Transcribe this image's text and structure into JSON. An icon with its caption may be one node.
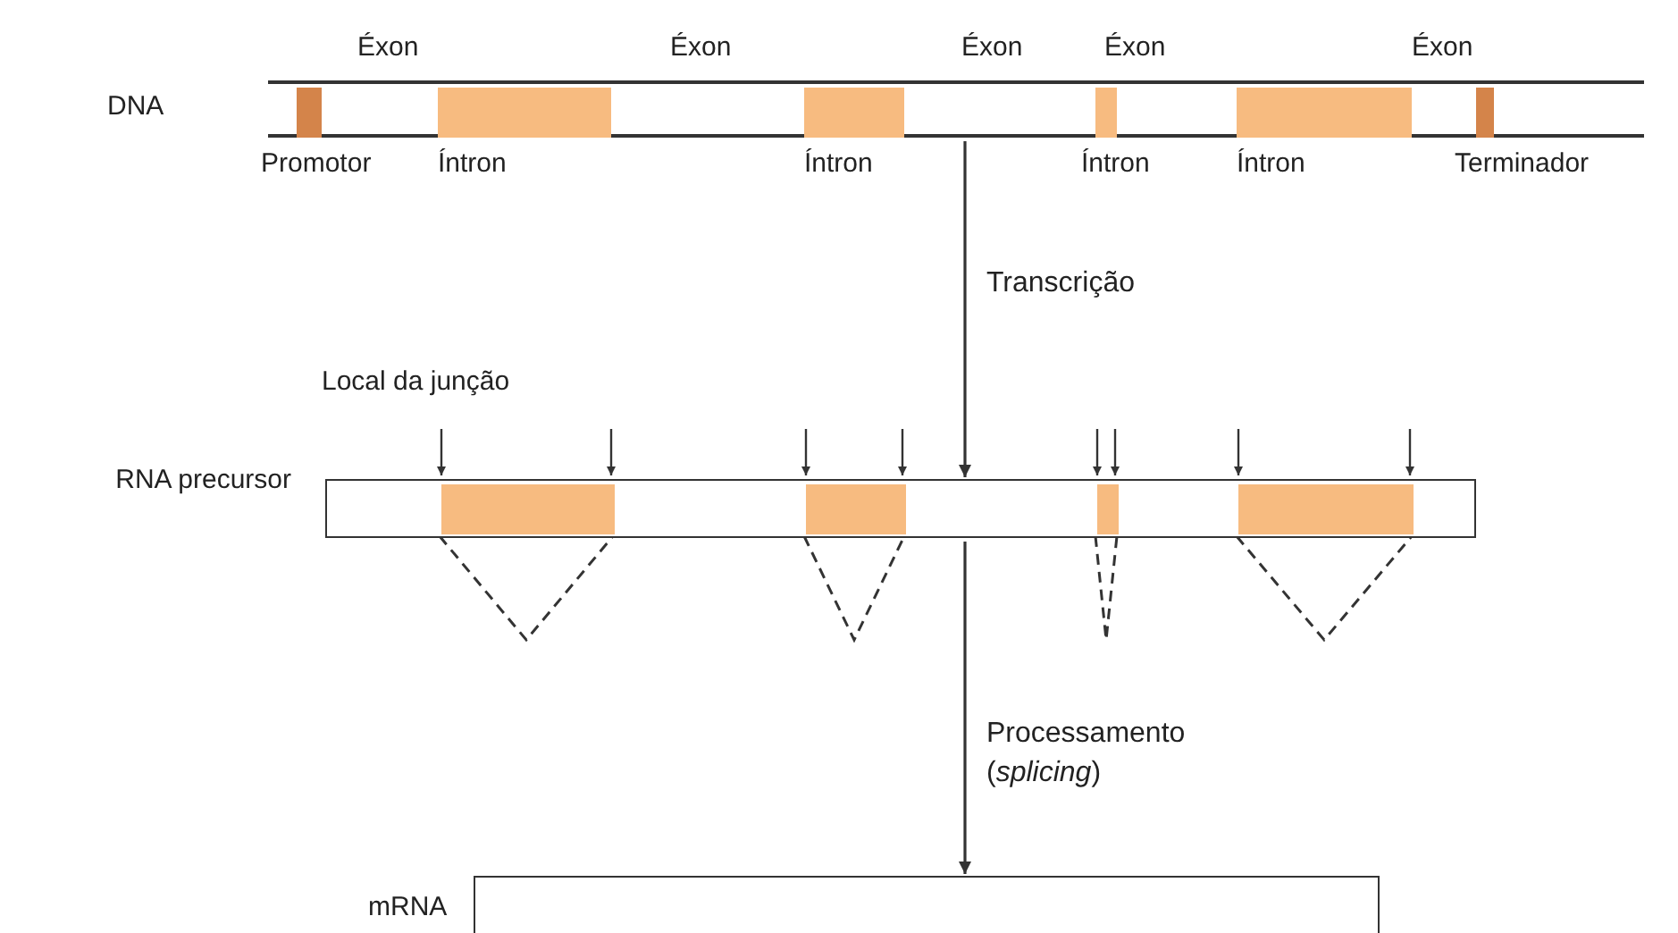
{
  "diagram": {
    "nodes": [
      {
        "text": [
          "DNA"
        ]
      },
      {
        "text": [
          "Promotor"
        ],
        "in": 0
      },
      {
        "text": [
          "Íntron"
        ],
        "in": 0
      },
      {
        "text": [
          "Íntron"
        ],
        "in": 0
      },
      {
        "text": [
          "Íntron"
        ],
        "in": 0
      },
      {
        "text": [
          "Íntron"
        ],
        "in": 0
      },
      {
        "text": [
          "Terminador"
        ],
        "in": 0
      },
      {
        "text": [
          "RNA precursor"
        ]
      },
      {
        "text": [],
        "shape": "box",
        "in": 7
      },
      {
        "text": [],
        "shape": "box",
        "in": 7
      },
      {
        "text": [],
        "shape": "box",
        "in": 7
      },
      {
        "text": [],
        "shape": "box",
        "in": 7
      },
      {
        "text": [
          "mRNA"
        ]
      }
    ],
    "edges": [
      {
        "from": 0,
        "to": 7,
        "arrow": "to",
        "label": "Transcrição"
      },
      {
        "from": 7,
        "to": 12,
        "arrow": "to",
        "label": "Processamento (*splicing*)"
      },
      {
        "from": null,
        "to": 8,
        "arrow": "to"
      },
      {
        "from": null,
        "to": 8,
        "arrow": "to"
      },
      {
        "from": null,
        "to": 9,
        "arrow": "to"
      },
      {
        "from": null,
        "to": 9,
        "arrow": "to"
      },
      {
        "from": null,
        "to": 10,
        "arrow": "to"
      },
      {
        "from": null,
        "to": 10,
        "arrow": "to"
      },
      {
        "from": null,
        "to": 11,
        "arrow": "to"
      },
      {
        "from": null,
        "to": 11,
        "arrow": "to"
      }
    ],
    "labels": [
      "Éxon",
      "Éxon",
      "Éxon",
      "Éxon",
      "Éxon",
      "Local da junção"
    ]
  }
}
